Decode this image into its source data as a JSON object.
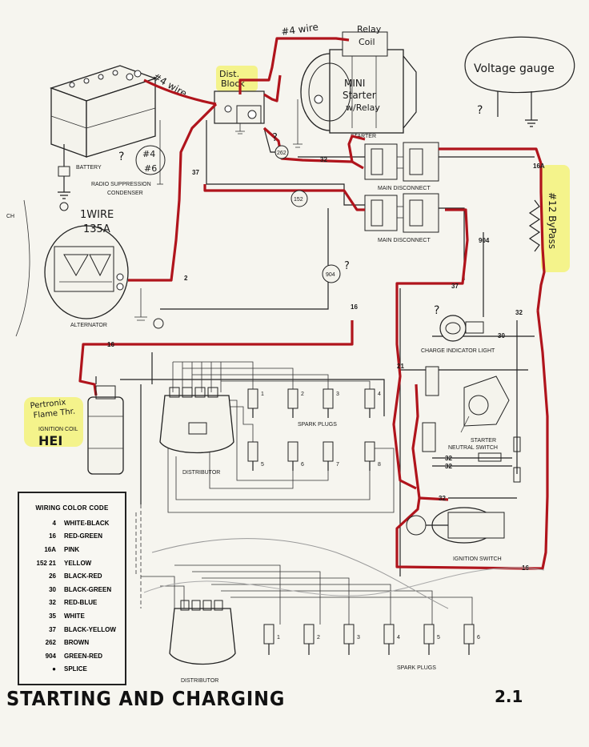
{
  "page": {
    "title": "STARTING AND CHARGING",
    "page_number": "2.1"
  },
  "labels": {
    "battery": "BATTERY",
    "condenser_line1": "RADIO SUPPRESSION",
    "condenser_line2": "CONDENSER",
    "alternator": "ALTERNATOR",
    "starter": "STARTER",
    "main_disconnect_1": "MAIN DISCONNECT",
    "main_disconnect_2": "MAIN DISCONNECT",
    "charge_indicator": "CHARGE INDICATOR LIGHT",
    "starter_neutral_1": "STARTER",
    "starter_neutral_2": "NEUTRAL SWITCH",
    "ignition_switch": "IGNITION SWITCH",
    "ignition_coil": "IGNITION COIL",
    "distributor_1": "DISTRIBUTOR",
    "distributor_2": "DISTRIBUTOR",
    "spark_plugs_1": "SPARK PLUGS",
    "spark_plugs_2": "SPARK PLUGS",
    "ch": "CH"
  },
  "wire_numbers": {
    "w37a": "37",
    "w32a": "32",
    "w262": "262",
    "w152": "152",
    "w904a": "904",
    "w904b": "904",
    "w16a": "16",
    "w16b": "16",
    "w16c": "16",
    "w16A": "16A",
    "w37b": "37",
    "w32b": "32",
    "w30": "30",
    "w21": "21",
    "w32c": "32",
    "w32d": "32",
    "w32e": "32",
    "w2": "2"
  },
  "plug_numbers_v8": [
    "1",
    "2",
    "3",
    "4",
    "5",
    "6",
    "7",
    "8"
  ],
  "plug_numbers_6": [
    "1",
    "2",
    "3",
    "4",
    "5",
    "6"
  ],
  "handwritten": {
    "four_wire_a": "#4 wire",
    "four_wire_b": "#4 wire",
    "relay_coil_1": "Relay",
    "relay_coil_2": "Coil",
    "dist_block_1": "Dist.",
    "dist_block_2": "Block",
    "mini_starter_1": "MINI",
    "mini_starter_2": "Starter",
    "mini_starter_3": "w/Relay",
    "voltage_gauge": "Voltage gauge",
    "q1": "?",
    "q2": "?",
    "q3": "?",
    "q4": "?",
    "q5": "?",
    "q6": "?",
    "four_six_a": "#4",
    "four_six_b": "#6",
    "one_wire_1": "1WIRE",
    "one_wire_2": "135A",
    "bypass": "#12 ByPass",
    "pertronix_1": "Pertronix",
    "pertronix_2": "Flame Thr.",
    "hei": "HEI"
  },
  "legend": {
    "title": "WIRING COLOR CODE",
    "rows": [
      {
        "code": "4",
        "color": "WHITE-BLACK"
      },
      {
        "code": "16",
        "color": "RED-GREEN"
      },
      {
        "code": "16A",
        "color": "PINK"
      },
      {
        "code": "152 21",
        "color": "YELLOW"
      },
      {
        "code": "26",
        "color": "BLACK-RED"
      },
      {
        "code": "30",
        "color": "BLACK-GREEN"
      },
      {
        "code": "32",
        "color": "RED-BLUE"
      },
      {
        "code": "35",
        "color": "WHITE"
      },
      {
        "code": "37",
        "color": "BLACK-YELLOW"
      },
      {
        "code": "262",
        "color": "BROWN"
      },
      {
        "code": "904",
        "color": "GREEN-RED"
      },
      {
        "code": "●",
        "color": "SPLICE"
      }
    ]
  },
  "colors": {
    "paper": "#f6f5ef",
    "ink": "#1a1a1a",
    "marker_red": "#b0141c",
    "highlighter": "#f3f26a"
  }
}
